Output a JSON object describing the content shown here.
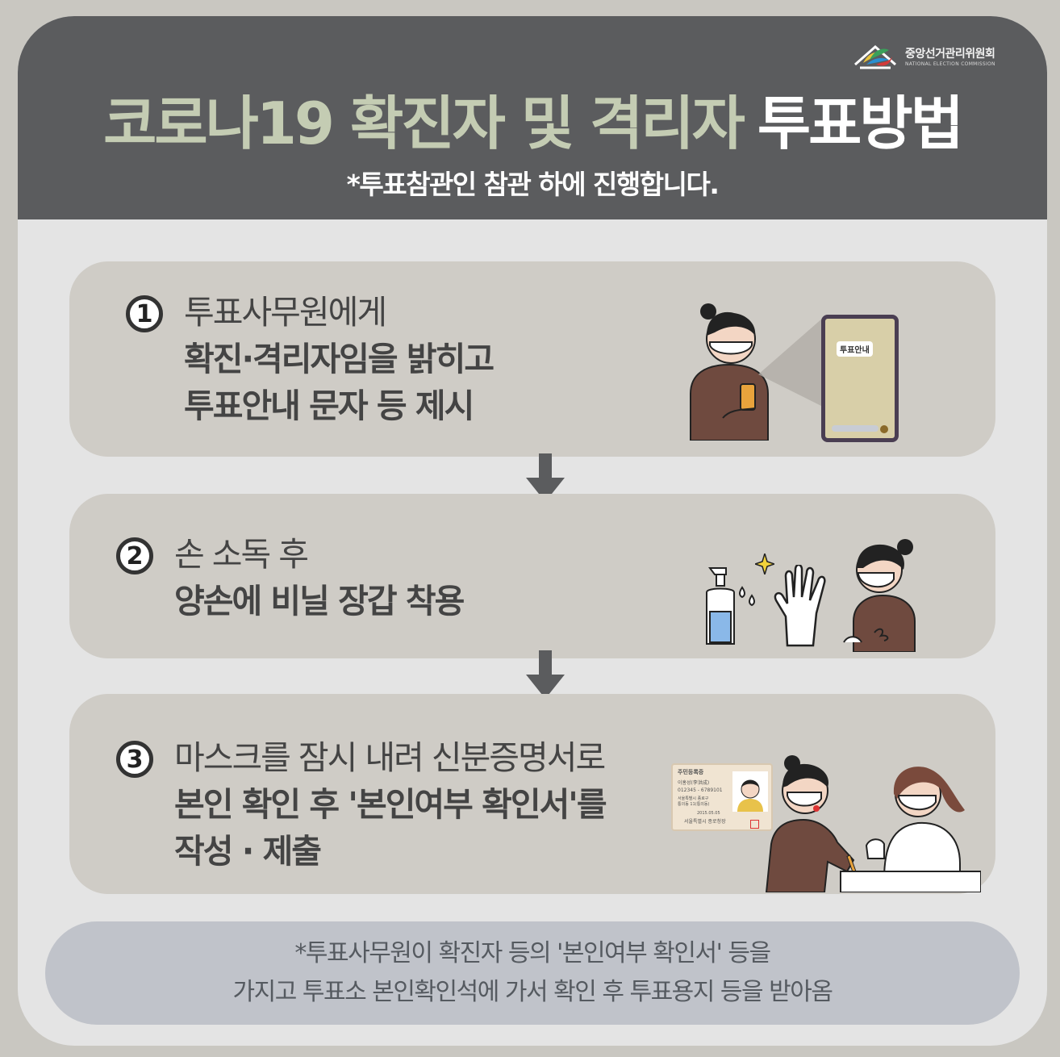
{
  "logo": {
    "name_ko": "중앙선거관리위원회",
    "name_en": "NATIONAL ELECTION COMMISSION"
  },
  "header": {
    "title_accent": "코로나19 확진자 및 격리자",
    "title_main": "투표방법",
    "subtitle": "*투표참관인 참관 하에 진행합니다."
  },
  "steps": [
    {
      "number": "1",
      "lines": [
        "투표사무원에게",
        "확진·격리자임을 밝히고",
        "투표안내 문자 등 제시"
      ],
      "phone_label": "투표안내"
    },
    {
      "number": "2",
      "lines": [
        "손 소독 후",
        "양손에 비닐 장갑 착용"
      ]
    },
    {
      "number": "3",
      "lines": [
        "마스크를 잠시 내려 신분증명서로",
        "본인 확인 후 '본인여부 확인서'를",
        "작성 · 제출"
      ],
      "id_card": {
        "title": "주민등록증",
        "name": "이홍성(李洪成)",
        "number": "012345 - 6789101",
        "address1": "서울특별시 종로구",
        "address2": "통의동 11(통의동)",
        "date": "2015.05.05",
        "issuer": "서울특별시 종로청장"
      }
    }
  ],
  "footer": {
    "line1": "*투표사무원이 확진자 등의 '본인여부 확인서' 등을",
    "line2": "가지고 투표소 본인확인석에 가서 확인 후 투표용지 등을 받아옴"
  },
  "colors": {
    "background": "#c9c7c1",
    "card": "#e4e4e4",
    "header": "#5b5c5e",
    "title_accent": "#c4ccb3",
    "step_box": "#cfccc6",
    "footer_box": "#c0c3ca",
    "figure_sweater": "#6f4a3f"
  },
  "icons": [
    "logo-icon",
    "down-arrow-icon",
    "phone-icon",
    "sanitizer-icon",
    "glove-icon",
    "sparkle-icon",
    "id-card-icon"
  ]
}
